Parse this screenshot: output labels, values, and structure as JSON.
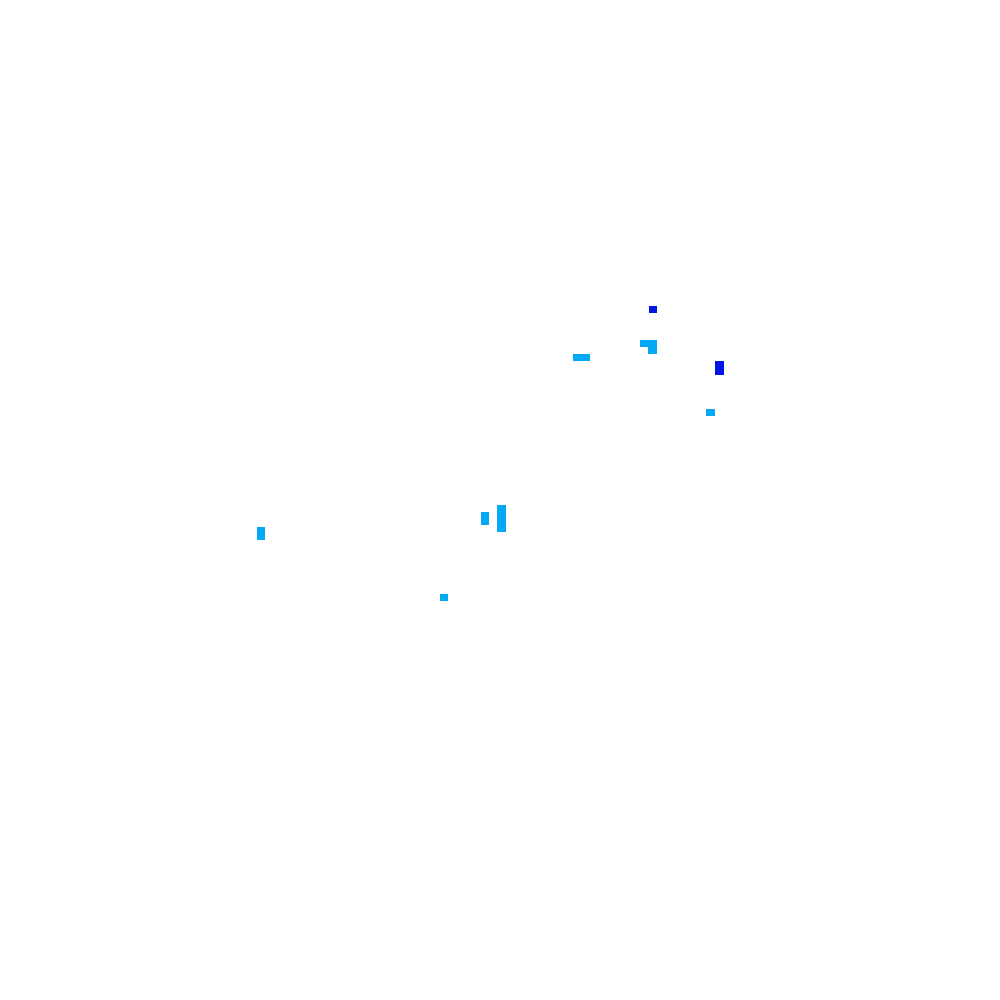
{
  "colors": {
    "background": "#ffffff",
    "light_blue": "#03a9f4",
    "dark_blue": "#0014e6"
  },
  "marks": [
    {
      "id": "m1",
      "tone": "dark"
    },
    {
      "id": "m2",
      "tone": "light"
    },
    {
      "id": "m3",
      "tone": "light"
    },
    {
      "id": "m4",
      "tone": "light"
    },
    {
      "id": "m5",
      "tone": "dark"
    },
    {
      "id": "m6",
      "tone": "light"
    },
    {
      "id": "m7",
      "tone": "light"
    },
    {
      "id": "m8",
      "tone": "light"
    },
    {
      "id": "m9",
      "tone": "light"
    },
    {
      "id": "m10",
      "tone": "light"
    }
  ]
}
